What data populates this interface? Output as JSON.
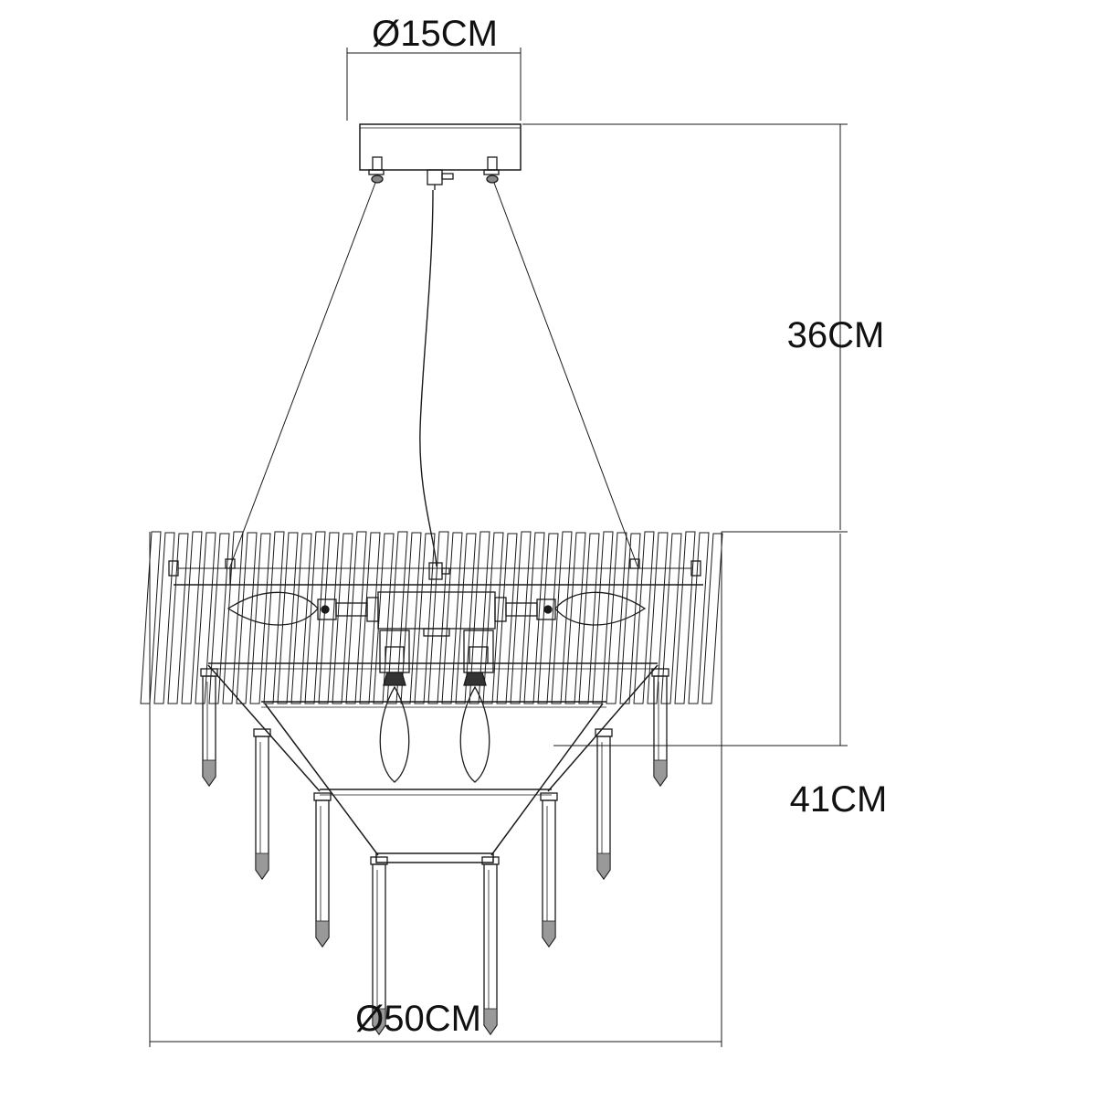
{
  "dimensions": {
    "canopy_diameter": "Ø15CM",
    "suspension_height": "36CM",
    "body_height": "41CM",
    "body_diameter": "Ø50CM"
  },
  "colors": {
    "line": "#1a1a1a",
    "background": "#ffffff"
  }
}
